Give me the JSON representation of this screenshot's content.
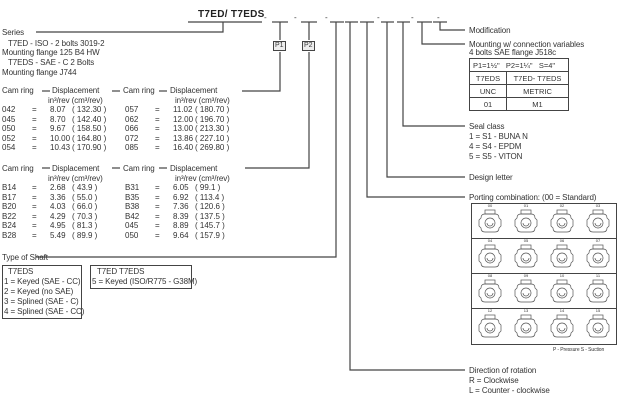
{
  "model_code": {
    "prefix": "T7ED/  T7EDS",
    "separators": [
      "-",
      "-",
      "-",
      "-",
      "-",
      "-"
    ],
    "p1_label": "P1",
    "p2_label": "P2"
  },
  "series": {
    "title": "Series",
    "lines": [
      "T7ED - ISO - 2 bolts 3019-2",
      "Mounting flange 125 B4 HW",
      "T7EDS - SAE - C 2 Bolts",
      "Mounting flange J744"
    ]
  },
  "cam_p1": {
    "header": [
      "Cam ring",
      "Displacement",
      "Cam ring",
      "Displacement"
    ],
    "units": "in³/rev  (cm³/rev)",
    "rows": [
      {
        "a": "042",
        "a_in": "8.07",
        "a_cm": "( 132.30 )",
        "b": "057",
        "b_in": "11.02",
        "b_cm": "( 180.70 )"
      },
      {
        "a": "045",
        "a_in": "8.70",
        "a_cm": "( 142.40 )",
        "b": "062",
        "b_in": "12.00",
        "b_cm": "( 196.70 )"
      },
      {
        "a": "050",
        "a_in": "9.67",
        "a_cm": "( 158.50 )",
        "b": "066",
        "b_in": "13.00",
        "b_cm": "( 213.30 )"
      },
      {
        "a": "052",
        "a_in": "10.00",
        "a_cm": "( 164.80 )",
        "b": "072",
        "b_in": "13.86",
        "b_cm": "( 227.10 )"
      },
      {
        "a": "054",
        "a_in": "10.43",
        "a_cm": "( 170.90 )",
        "b": "085",
        "b_in": "16.40",
        "b_cm": "( 269.80 )"
      }
    ]
  },
  "cam_p2": {
    "header": [
      "Cam ring",
      "Displacement",
      "Cam ring",
      "Displacement"
    ],
    "units": "in³/rev  (cm³/rev)",
    "rows": [
      {
        "a": "B14",
        "a_in": "2.68",
        "a_cm": "( 43.9 )",
        "b": "B31",
        "b_in": "6.05",
        "b_cm": "( 99.1 )"
      },
      {
        "a": "B17",
        "a_in": "3.36",
        "a_cm": "( 55.0 )",
        "b": "B35",
        "b_in": "6.92",
        "b_cm": "( 113.4 )"
      },
      {
        "a": "B20",
        "a_in": "4.03",
        "a_cm": "( 66.0 )",
        "b": "B38",
        "b_in": "7.36",
        "b_cm": "( 120.6 )"
      },
      {
        "a": "B22",
        "a_in": "4.29",
        "a_cm": "( 70.3 )",
        "b": "B42",
        "b_in": "8.39",
        "b_cm": "( 137.5 )"
      },
      {
        "a": "B24",
        "a_in": "4.95",
        "a_cm": "( 81.3 )",
        "b": "045",
        "b_in": "8.89",
        "b_cm": "( 145.7 )"
      },
      {
        "a": "B28",
        "a_in": "5.49",
        "a_cm": "( 89.9 )",
        "b": "050",
        "b_in": "9.64",
        "b_cm": "( 157.9 )"
      }
    ]
  },
  "shaft": {
    "title": "Type of Shaft",
    "box1": [
      "T7EDS",
      "1 = Keyed (SAE - CC)",
      "2 = Keyed (no SAE)",
      "3 = Splined (SAE - C)",
      "4 = Splined (SAE - CC)"
    ],
    "box2": [
      "T7ED  T7EDS",
      "5 = Keyed (ISO/R775 - G38M)"
    ]
  },
  "modification": {
    "title": "Modification"
  },
  "mounting": {
    "title": "Mounting w/ connection variables",
    "subtitle": "4 bolts SAE flange J518c",
    "table": [
      [
        "P1=1½\"",
        "P2=1¼\"",
        "S=4\""
      ],
      [
        "T7EDS",
        "T7ED-  T7EDS"
      ],
      [
        "UNC",
        "METRIC"
      ],
      [
        "01",
        "M1"
      ]
    ]
  },
  "seal": {
    "title": "Seal class",
    "lines": [
      "1 = S1 - BUNA N",
      "4 = S4 - EPDM",
      "5 = S5 - VITON"
    ]
  },
  "design_letter": {
    "title": "Design letter"
  },
  "porting": {
    "title": "Porting combination: (00 = Standard)",
    "codes": [
      "00",
      "01",
      "02",
      "03",
      "04",
      "05",
      "06",
      "07",
      "08",
      "09",
      "10",
      "11",
      "12",
      "13",
      "14",
      "15"
    ],
    "legend": "P - Pressure    S - Suction"
  },
  "rotation": {
    "title": "Direction of rotation",
    "lines": [
      "R = Clockwise",
      "L = Counter - clockwise"
    ]
  }
}
